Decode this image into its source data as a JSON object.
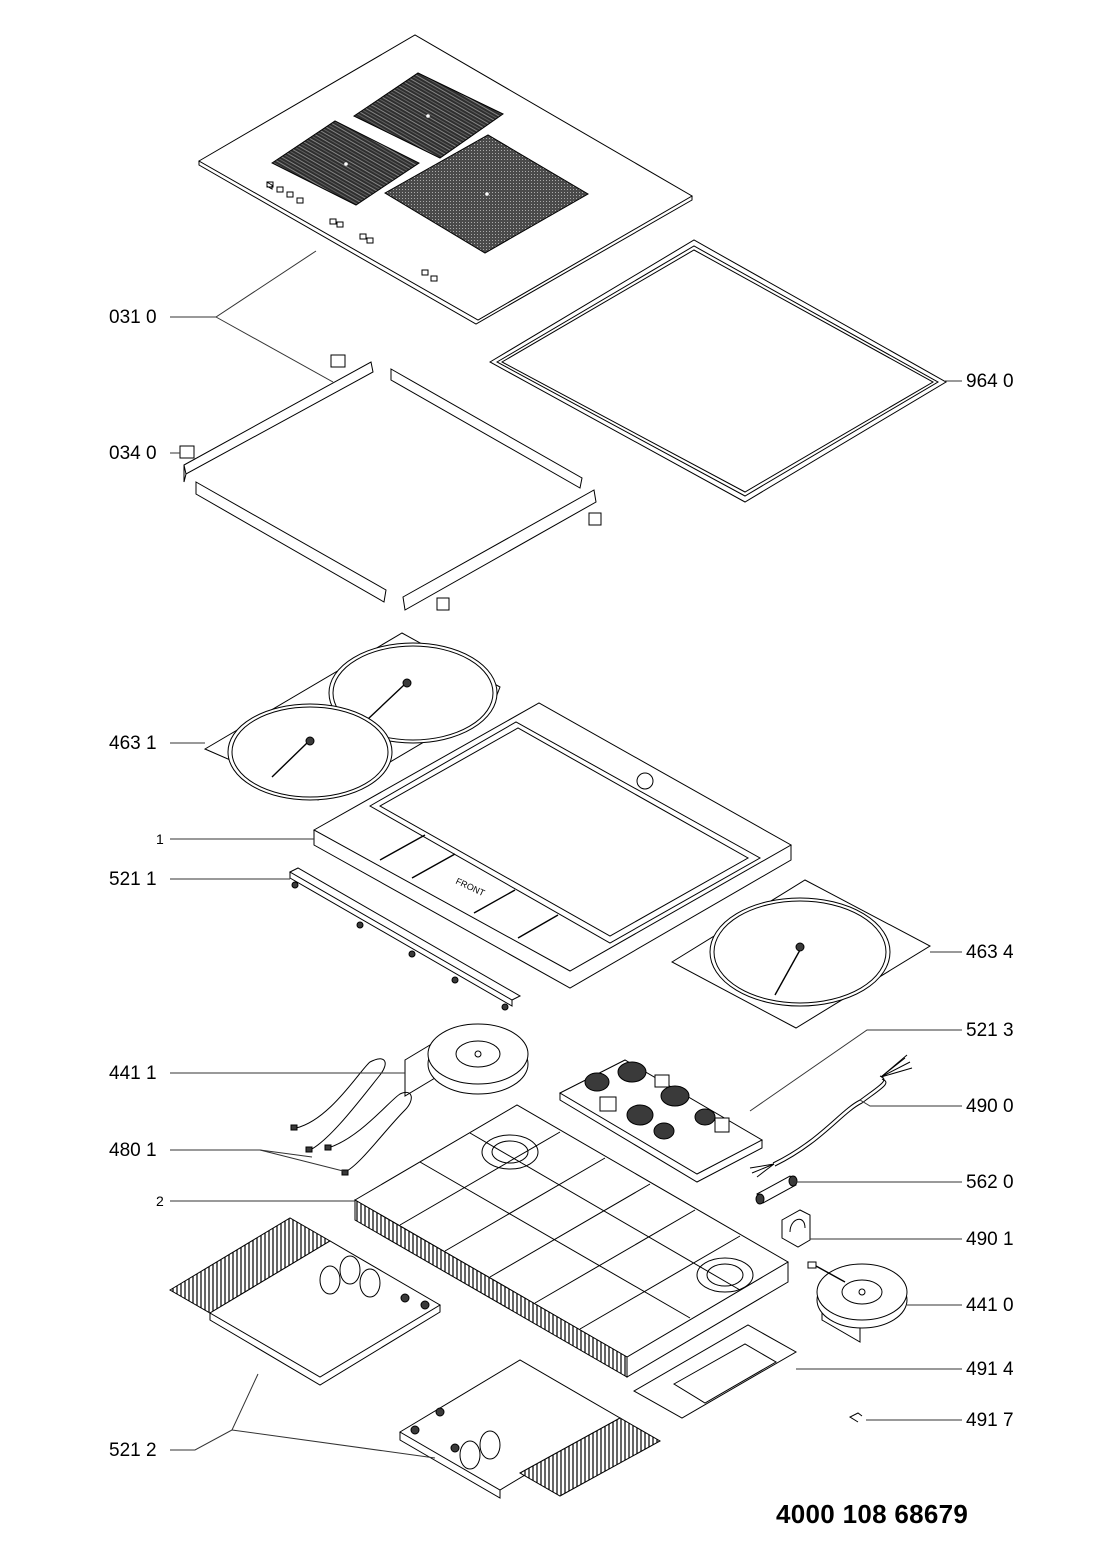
{
  "document": {
    "type": "exploded-parts-diagram",
    "subject": "induction hob",
    "number": "4000 108 68679"
  },
  "callouts": [
    {
      "id": "031_0",
      "label": "031 0",
      "part": "glass-ceramic-top"
    },
    {
      "id": "034_0",
      "label": "034 0",
      "part": "mounting-bracket"
    },
    {
      "id": "964_0",
      "label": "964 0",
      "part": "seal-gasket"
    },
    {
      "id": "463_1",
      "label": "463 1",
      "part": "induction-coil-plate-double"
    },
    {
      "id": "1",
      "label": "1",
      "part": "frame-tray"
    },
    {
      "id": "521_1",
      "label": "521 1",
      "part": "control-board"
    },
    {
      "id": "463_4",
      "label": "463 4",
      "part": "induction-coil-plate-single"
    },
    {
      "id": "521_3",
      "label": "521 3",
      "part": "filter-board"
    },
    {
      "id": "441_1",
      "label": "441 1",
      "part": "cooling-fan"
    },
    {
      "id": "490_0",
      "label": "490 0",
      "part": "power-cable"
    },
    {
      "id": "480_1",
      "label": "480 1",
      "part": "wiring-harness"
    },
    {
      "id": "562_0",
      "label": "562 0",
      "part": "fuse"
    },
    {
      "id": "2",
      "label": "2",
      "part": "bottom-housing"
    },
    {
      "id": "490_1",
      "label": "490 1",
      "part": "cable-clamp"
    },
    {
      "id": "441_0",
      "label": "441 0",
      "part": "cooling-fan"
    },
    {
      "id": "491_4",
      "label": "491 4",
      "part": "cover-plate"
    },
    {
      "id": "491_7",
      "label": "491 7",
      "part": "clip"
    },
    {
      "id": "521_2",
      "label": "521 2",
      "part": "power-board"
    }
  ],
  "annotations": {
    "front_marking": "FRONT"
  }
}
